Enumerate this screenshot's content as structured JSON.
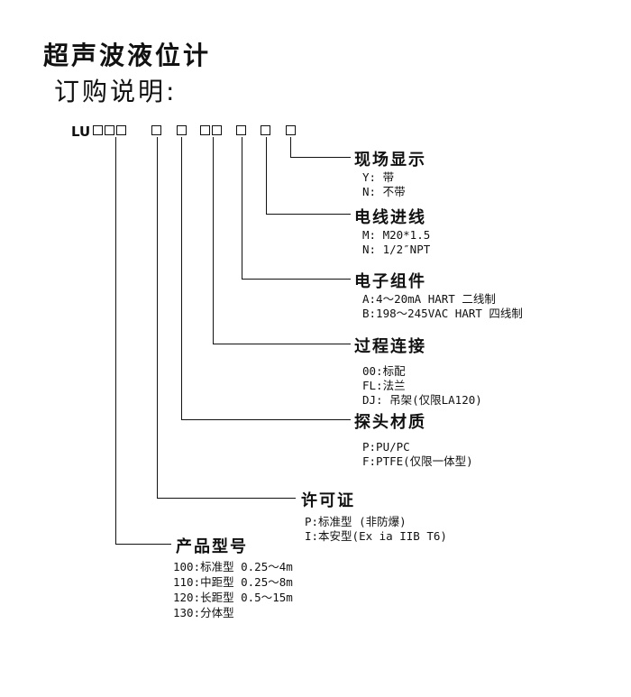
{
  "title": "超声波液位计",
  "subtitle": "订购说明:",
  "model_prefix": "LU",
  "sections": {
    "display": {
      "title": "现场显示",
      "options": [
        "Y: 带",
        "N: 不带"
      ]
    },
    "cable": {
      "title": "电线进线",
      "options": [
        "M: M20*1.5",
        "N: 1/2″NPT"
      ]
    },
    "electronics": {
      "title": "电子组件",
      "options": [
        "A:4～20mA HART 二线制",
        "B:198～245VAC HART  四线制"
      ]
    },
    "process": {
      "title": "过程连接",
      "options": [
        "00:标配",
        "FL:法兰",
        "DJ: 吊架(仅限LA120)"
      ]
    },
    "probe": {
      "title": "探头材质",
      "options": [
        "P:PU/PC",
        "F:PTFE(仅限一体型)"
      ]
    },
    "license": {
      "title": "许可证",
      "options": [
        "P:标准型 (非防爆)",
        "I:本安型(Ex ia IIB T6)"
      ]
    },
    "product": {
      "title": "产品型号",
      "options": [
        "100:标准型 0.25～4m",
        "110:中距型 0.25～8m",
        "120:长距型 0.5～15m",
        "130:分体型"
      ]
    }
  }
}
